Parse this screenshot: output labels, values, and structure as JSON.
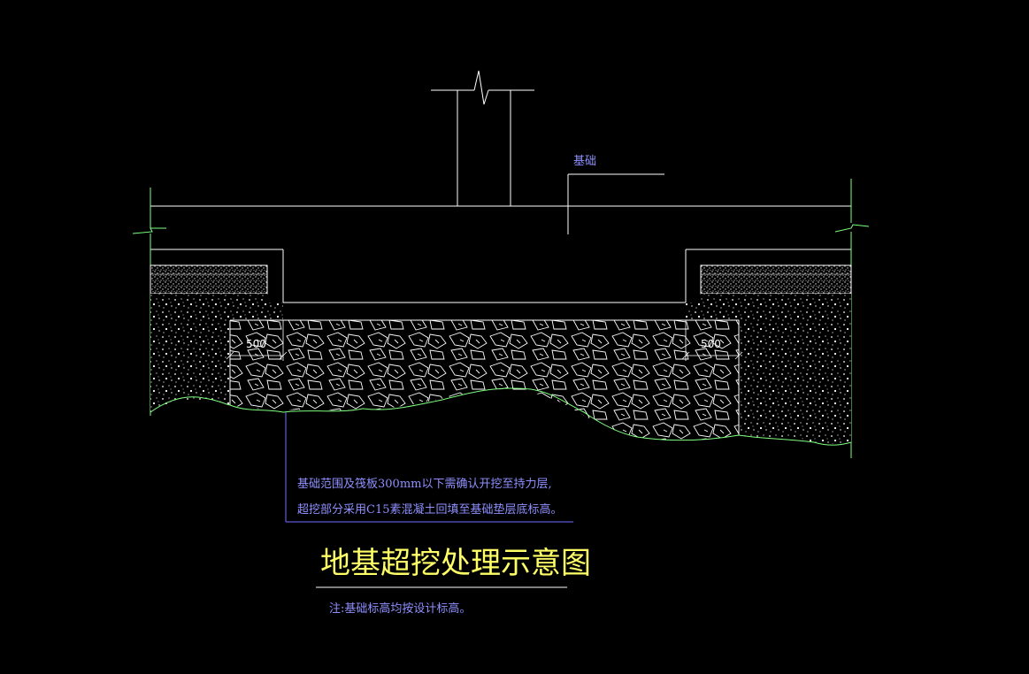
{
  "drawing": {
    "foundation_label": "基础",
    "dim_left": "500",
    "dim_right": "500",
    "note_line1": "基础范围及筏板300mm以下需确认开挖至持力层,",
    "note_line2": "超挖部分采用C15素混凝土回填至基础垫层底标高。",
    "title": "地基超挖处理示意图",
    "footnote": "注:基础标高均按设计标高。"
  },
  "colors": {
    "background": "#000000",
    "line_white": "#ffffff",
    "line_green": "#7fff7f",
    "line_blue": "#6f6fff",
    "text_blue": "#8f8fff",
    "title_yellow": "#ffff66"
  }
}
